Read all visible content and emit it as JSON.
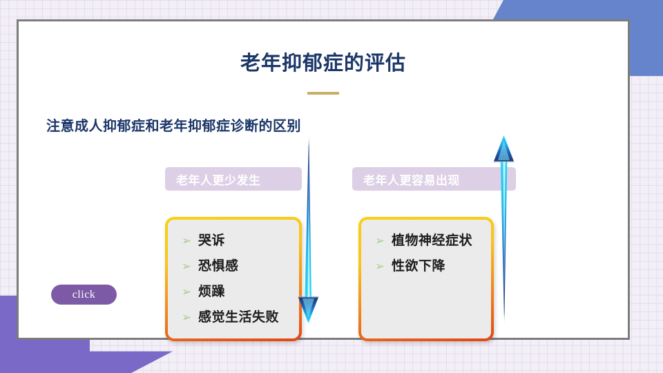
{
  "slide": {
    "title": "老年抑郁症的评估",
    "subtitle": "注意成人抑郁症和老年抑郁症诊断的区别",
    "click_label": "click"
  },
  "columns": [
    {
      "header": "老年人更少发生",
      "bullet_glyph": "➢",
      "items": [
        "哭诉",
        "恐惧感",
        "烦躁",
        "感觉生活失败"
      ],
      "arrow": "arrow-down-icon"
    },
    {
      "header": "老年人更容易出现",
      "bullet_glyph": "➢",
      "items": [
        "植物神经症状",
        "性欲下降"
      ],
      "arrow": "arrow-up-icon"
    }
  ],
  "colors": {
    "title_navy": "#1b3668",
    "gold_rule": "#c7b066",
    "header_lavender": "#dccfe6",
    "box_fill": "#ebebeb",
    "box_border_top": "#f7d211",
    "box_border_bottom": "#e04615",
    "bullet_green": "#a6cf8d",
    "click_purple": "#7d5aa6",
    "deco_blue": "#6584cc",
    "deco_purple": "#7a69c6",
    "arrow_cyan": "#2ad7f5",
    "arrow_navy": "#1b3a7a",
    "card_border": "#7c7c7c"
  }
}
